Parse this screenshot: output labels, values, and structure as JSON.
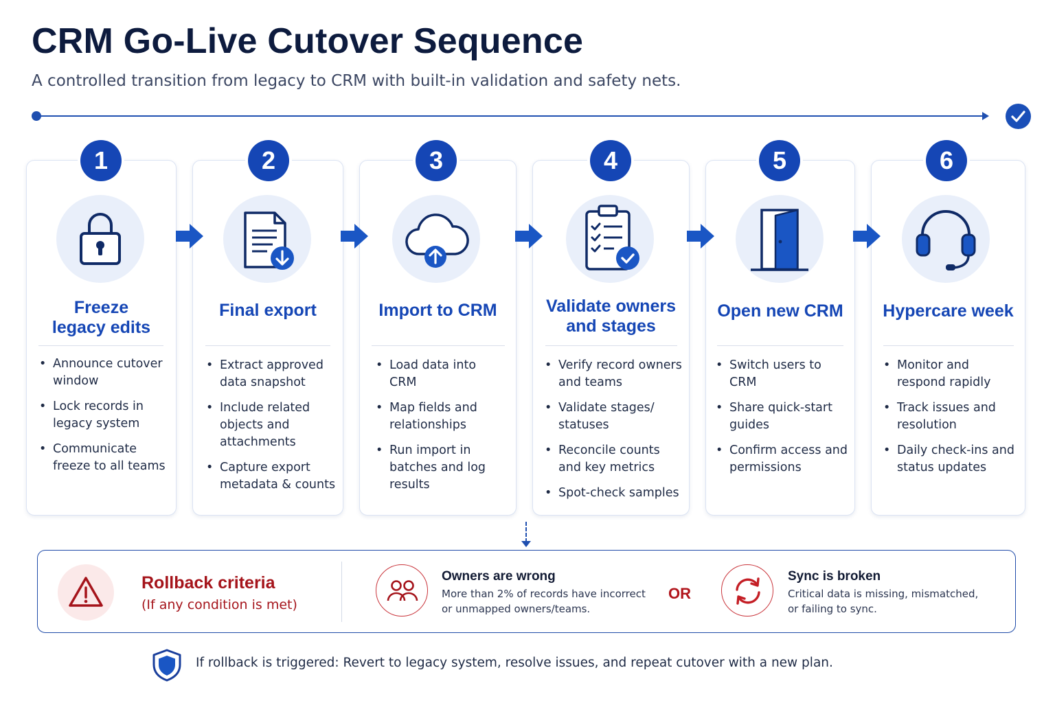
{
  "title": "CRM Go-Live Cutover Sequence",
  "subtitle": "A controlled transition from legacy to CRM with built-in validation and safety nets.",
  "colors": {
    "primary": "#1546b5",
    "icon_bg": "#e9effa",
    "danger": "#a5141b"
  },
  "steps": [
    {
      "number": "1",
      "icon": "padlock-icon",
      "title_lines": [
        "Freeze",
        "legacy edits"
      ],
      "bullets": [
        "Announce cutover window",
        "Lock records in legacy system",
        "Communicate freeze to all teams"
      ]
    },
    {
      "number": "2",
      "icon": "document-download-icon",
      "title_lines": [
        "Final export"
      ],
      "bullets": [
        "Extract approved data snapshot",
        "Include related objects and attachments",
        "Capture export metadata & counts"
      ]
    },
    {
      "number": "3",
      "icon": "cloud-upload-icon",
      "title_lines": [
        "Import to CRM"
      ],
      "bullets": [
        "Load data into CRM",
        "Map fields and relationships",
        "Run import in batches and log results"
      ]
    },
    {
      "number": "4",
      "icon": "checklist-clipboard-icon",
      "title_lines": [
        "Validate owners",
        "and stages"
      ],
      "bullets": [
        "Verify record owners and teams",
        "Validate stages/ statuses",
        "Reconcile counts and key metrics",
        "Spot-check samples"
      ]
    },
    {
      "number": "5",
      "icon": "open-door-icon",
      "title_lines": [
        "Open new CRM"
      ],
      "bullets": [
        "Switch users to CRM",
        "Share quick-start guides",
        "Confirm access and permissions"
      ]
    },
    {
      "number": "6",
      "icon": "headset-icon",
      "title_lines": [
        "Hypercare week"
      ],
      "bullets": [
        "Monitor and respond rapidly",
        "Track issues and resolution",
        "Daily check-ins and status updates"
      ]
    }
  ],
  "rollback": {
    "title": "Rollback criteria",
    "subtitle": "(If any condition is met)",
    "or_label": "OR",
    "conditions": [
      {
        "icon": "users-icon",
        "title": "Owners are wrong",
        "text_lines": [
          "More than 2% of records have incorrect",
          "or unmapped owners/teams."
        ]
      },
      {
        "icon": "sync-icon",
        "title": "Sync is broken",
        "text_lines": [
          "Critical data is missing, mismatched,",
          "or failing to sync."
        ]
      }
    ]
  },
  "footer": "If rollback is triggered: Revert to legacy system, resolve issues, and repeat cutover with a new plan."
}
